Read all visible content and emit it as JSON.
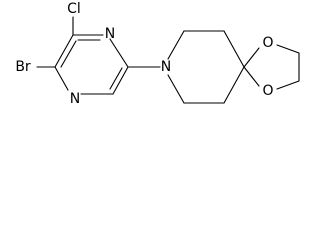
{
  "molecule": {
    "atoms": {
      "br": "Br",
      "cl": "Cl",
      "n_top": "N",
      "n_bottom": "N",
      "n_piperidine": "N",
      "o_top": "O",
      "o_bottom": "O"
    }
  }
}
